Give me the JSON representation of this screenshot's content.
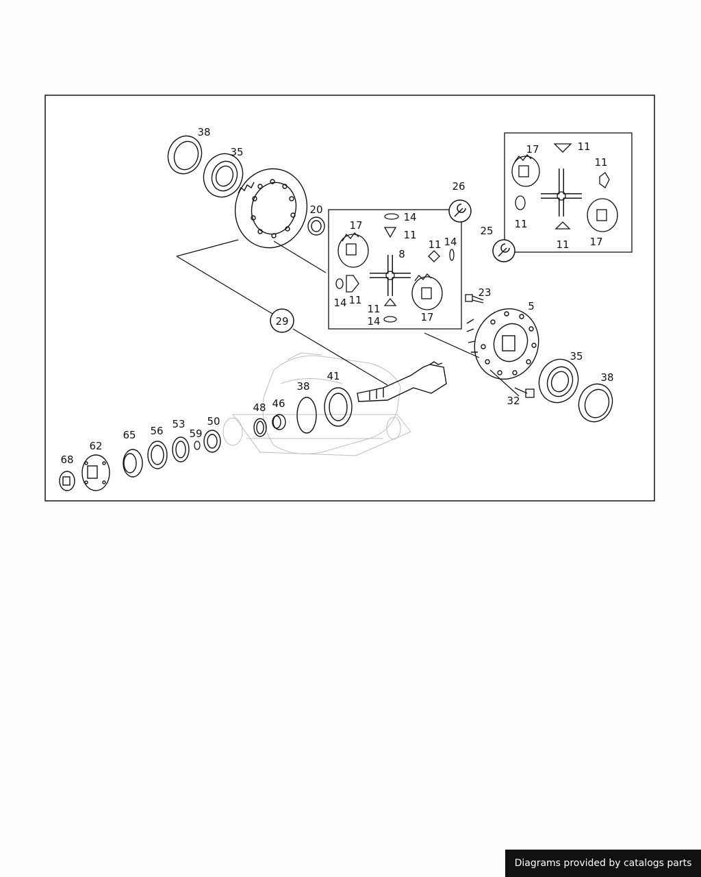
{
  "diagram": {
    "callouts": {
      "c38a": "38",
      "c35a": "35",
      "c20": "20",
      "c26": "26",
      "c25": "25",
      "c29": "29",
      "c23": "23",
      "c5": "5",
      "c35b": "35",
      "c38b": "38",
      "c32": "32",
      "c41": "41",
      "c38c": "38",
      "c48": "48",
      "c46": "46",
      "c50": "50",
      "c59": "59",
      "c53": "53",
      "c56": "56",
      "c65": "65",
      "c62": "62",
      "c68": "68"
    },
    "inset_a": {
      "l17a": "17",
      "l14a": "14",
      "l11a": "11",
      "l8": "8",
      "l11b": "11",
      "l14b": "14",
      "l14c": "14",
      "l11c": "11",
      "l11d": "11",
      "l14d": "14",
      "l17b": "17"
    },
    "inset_b": {
      "l17a": "17",
      "l11a": "11",
      "l11b": "11",
      "l11c": "11",
      "l11d": "11",
      "l17b": "17"
    }
  },
  "icons": [
    "wrench-icon",
    "wrench-icon"
  ],
  "colors": {
    "line": "#111111",
    "ghost": "#bbbbbb",
    "footer_bg": "#111111"
  },
  "footer": {
    "text": "Diagrams provided by catalogs parts"
  }
}
